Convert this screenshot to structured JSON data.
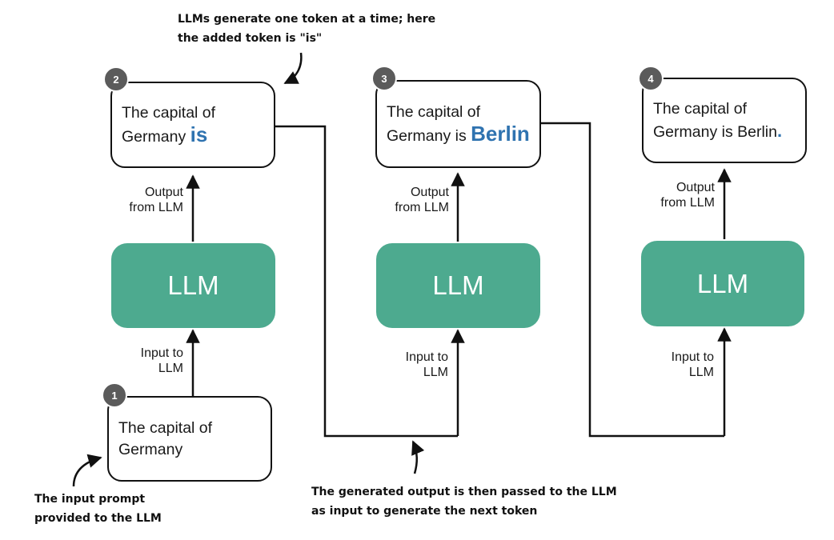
{
  "steps": [
    {
      "badge": "2",
      "line1": "The capital of",
      "line2_prefix": "Germany ",
      "line2_highlight": "is"
    },
    {
      "badge": "3",
      "line1": "The capital of",
      "line2_prefix": "Germany is ",
      "line2_highlight": "Berlin"
    },
    {
      "badge": "4",
      "line1": "The capital of",
      "line2_prefix": "Germany is Berlin",
      "line2_highlight": "."
    }
  ],
  "prompt": {
    "badge": "1",
    "line1": "The capital of",
    "line2": "Germany"
  },
  "llm_label": "LLM",
  "labels": {
    "output_line1": "Output",
    "output_line2": "from LLM",
    "input_line1": "Input to",
    "input_line2": "LLM"
  },
  "notes": {
    "top_line1": "LLMs generate one token at a time; here",
    "top_line2": "the added token is \"is\"",
    "bottom_left_line1": "The input prompt",
    "bottom_left_line2": "provided to the LLM",
    "bottom_mid_line1": "The generated output is then passed to the LLM",
    "bottom_mid_line2": "as input to generate the next token"
  },
  "colors": {
    "llm_fill": "#4daa8f",
    "highlight": "#2f73b0",
    "badge": "#5b5b5b",
    "line": "#111111"
  }
}
